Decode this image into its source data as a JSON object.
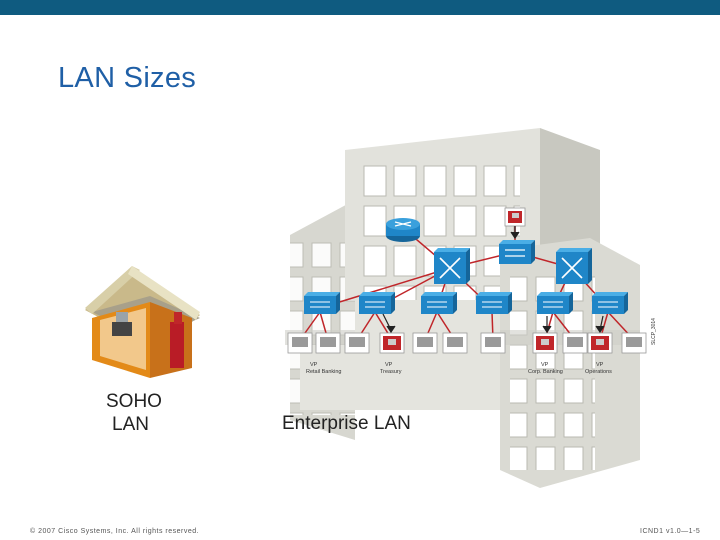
{
  "slide": {
    "title": "LAN Sizes",
    "soho_label_line1": "SOHO",
    "soho_label_line2": "LAN",
    "enterprise_label": "Enterprise LAN",
    "footer_copyright": "© 2007 Cisco Systems, Inc. All rights reserved.",
    "footer_course": "ICND1 v1.0—1-5"
  },
  "diagram": {
    "vp_labels": [
      {
        "line1": "VP",
        "line2": "Retail Banking"
      },
      {
        "line1": "VP",
        "line2": "Treasury"
      },
      {
        "line1": "VP",
        "line2": "Corp. Banking"
      },
      {
        "line1": "VP",
        "line2": "Operations"
      }
    ],
    "side_code": "SLCP_3014",
    "colors": {
      "top_bar": "#0f5b80",
      "title": "#1f5fa6",
      "building": "#dcdcd6",
      "link": "#c0262a",
      "device": "#1f86c8",
      "pc_highlight": "#c0262a"
    }
  }
}
